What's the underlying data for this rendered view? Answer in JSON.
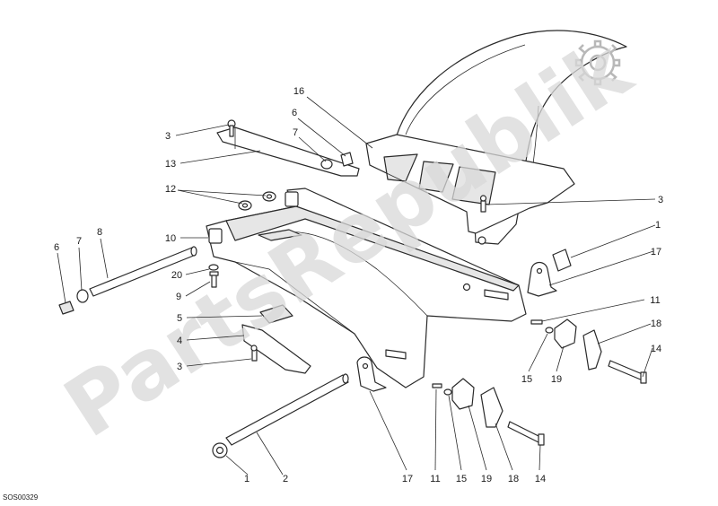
{
  "watermark": {
    "text": "PartsRepublik"
  },
  "diagram": {
    "code": "SOS00329",
    "callouts": [
      {
        "id": "c16",
        "text": "16"
      },
      {
        "id": "c6a",
        "text": "6"
      },
      {
        "id": "c7a",
        "text": "7"
      },
      {
        "id": "c3a",
        "text": "3"
      },
      {
        "id": "c13",
        "text": "13"
      },
      {
        "id": "c12",
        "text": "12"
      },
      {
        "id": "c10",
        "text": "10"
      },
      {
        "id": "c6b",
        "text": "6"
      },
      {
        "id": "c7b",
        "text": "7"
      },
      {
        "id": "c8",
        "text": "8"
      },
      {
        "id": "c20",
        "text": "20"
      },
      {
        "id": "c9",
        "text": "9"
      },
      {
        "id": "c5",
        "text": "5"
      },
      {
        "id": "c4",
        "text": "4"
      },
      {
        "id": "c3b",
        "text": "3"
      },
      {
        "id": "c3c",
        "text": "3"
      },
      {
        "id": "c1a",
        "text": "1"
      },
      {
        "id": "c17a",
        "text": "17"
      },
      {
        "id": "c11a",
        "text": "11"
      },
      {
        "id": "c18a",
        "text": "18"
      },
      {
        "id": "c14a",
        "text": "14"
      },
      {
        "id": "c15a",
        "text": "15"
      },
      {
        "id": "c19a",
        "text": "19"
      },
      {
        "id": "c1b",
        "text": "1"
      },
      {
        "id": "c2",
        "text": "2"
      },
      {
        "id": "c17b",
        "text": "17"
      },
      {
        "id": "c11b",
        "text": "11"
      },
      {
        "id": "c15b",
        "text": "15"
      },
      {
        "id": "c19b",
        "text": "19"
      },
      {
        "id": "c18b",
        "text": "18"
      },
      {
        "id": "c14b",
        "text": "14"
      }
    ]
  }
}
